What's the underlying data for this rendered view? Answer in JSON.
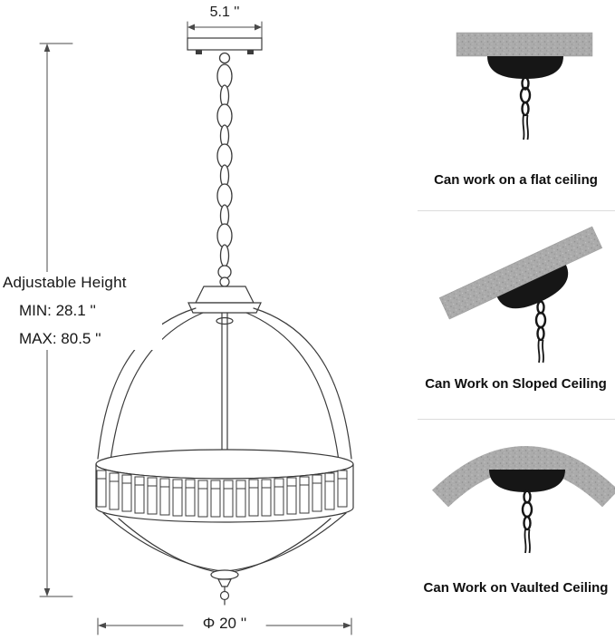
{
  "page": {
    "background": "#ffffff"
  },
  "diagram": {
    "top_width": "5.1 ''",
    "adjustable_height": {
      "title": "Adjustable Height",
      "min": "MIN:  28.1 ''",
      "max": "MAX: 80.5 ''"
    },
    "bottom_diameter": "Φ 20 ''"
  },
  "panels": [
    {
      "caption": "Can work on a flat ceiling"
    },
    {
      "caption": "Can Work on Sloped Ceiling"
    },
    {
      "caption": "Can Work on Vaulted Ceiling"
    }
  ],
  "colors": {
    "line": "#3b3b3b",
    "dimension": "#4a4a4a",
    "ceiling_texture": "#ababab",
    "canopy": "#161616",
    "divider": "#dcdcdc",
    "text": "#141414"
  }
}
